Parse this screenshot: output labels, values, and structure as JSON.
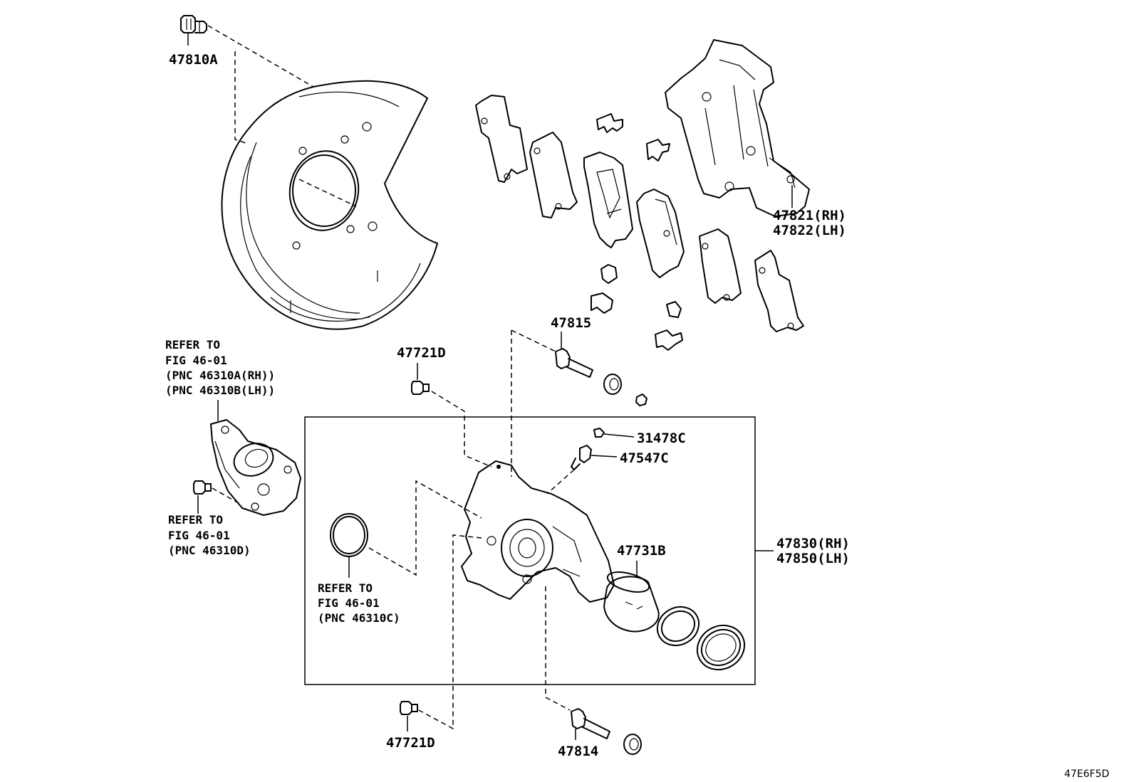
{
  "labels": {
    "p47810A": "47810A",
    "p47821": "47821(RH)",
    "p47822": "47822(LH)",
    "p47815": "47815",
    "p47721D_top": "47721D",
    "p31478C": "31478C",
    "p47547C": "47547C",
    "p47830": "47830(RH)",
    "p47850": "47850(LH)",
    "p47731B": "47731B",
    "p47721D_bottom": "47721D",
    "p47814": "47814"
  },
  "refs": {
    "ref1": [
      "REFER TO",
      "FIG 46-01",
      "(PNC 46310A(RH))",
      "(PNC 46310B(LH))"
    ],
    "ref2": [
      "REFER TO",
      "FIG 46-01",
      "(PNC 46310D)"
    ],
    "ref3": [
      "REFER TO",
      "FIG 46-01",
      "(PNC 46310C)"
    ]
  },
  "figure_code": "47E6F5D"
}
